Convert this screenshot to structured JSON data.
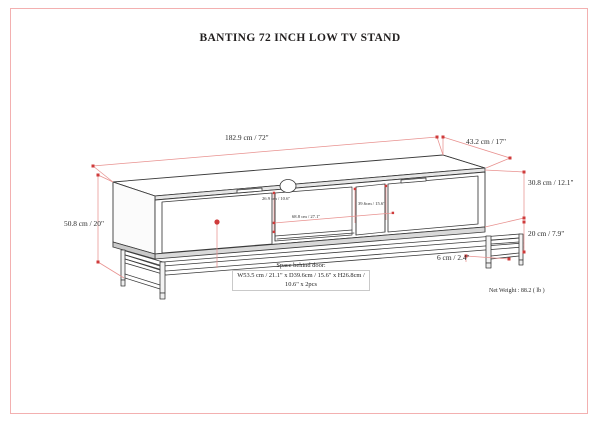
{
  "page": {
    "title": "BANTING 72 INCH LOW TV STAND",
    "border_color": "#f3b0b0",
    "dimension_line_color": "#e8918f",
    "drawing_line_color": "#3a3a3a"
  },
  "dimensions": {
    "overall_width": "182.9 cm / 72\"",
    "overall_depth": "43.2 cm / 17\"",
    "overall_height": "50.8 cm / 20\"",
    "cabinet_body_height": "30.8 cm / 12.1\"",
    "base_to_shelf_height": "20 cm / 7.9\"",
    "leg_height": "6 cm / 2.4\"",
    "center_opening_height": "26.9 cm / 10.6\"",
    "center_opening_width": "68.8 cm / 27.1\"",
    "right_opening_width": "39.6cm / 15.6\""
  },
  "callout": {
    "heading": "Space behind door:",
    "body": "W53.5 cm / 21.1\" x D39.6cm / 15.6\" x H26.8cm / 10.6\" x 2pcs"
  },
  "weight": {
    "label": "Net Weight : 88.2 ( lb )"
  },
  "icons": {
    "cable_hole": "circle-cutout-icon",
    "left_handle": "door-handle-icon",
    "right_handle": "door-handle-icon",
    "callout_marker": "leader-dot-icon"
  }
}
